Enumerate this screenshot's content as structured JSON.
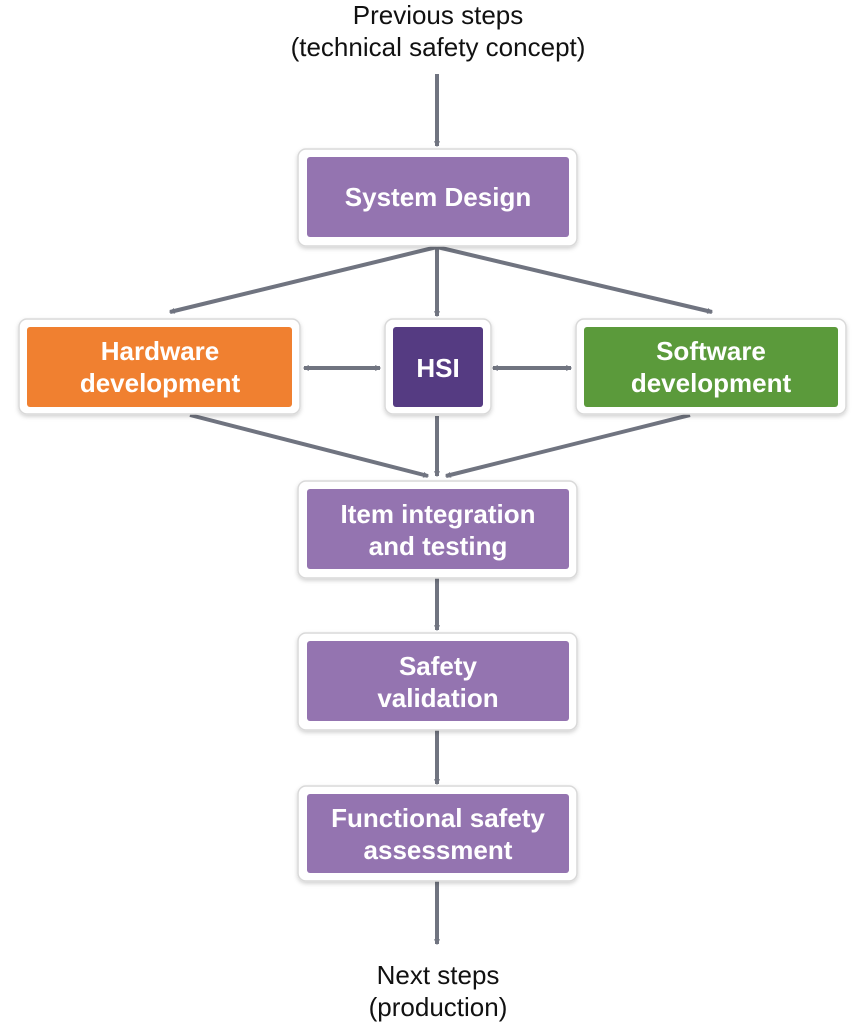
{
  "diagram": {
    "top_text": {
      "line1": "Previous steps",
      "line2": "(technical safety concept)"
    },
    "bottom_text": {
      "line1": "Next steps",
      "line2": "(production)"
    },
    "nodes": {
      "system_design": {
        "label_line1": "System Design",
        "color": "#9474b0"
      },
      "hardware": {
        "label_line1": "Hardware",
        "label_line2": "development",
        "color": "#f08030"
      },
      "hsi": {
        "label_line1": "HSI",
        "color": "#553b82"
      },
      "software": {
        "label_line1": "Software",
        "label_line2": "development",
        "color": "#5b9a3b"
      },
      "integration": {
        "label_line1": "Item integration",
        "label_line2": "and testing",
        "color": "#9474b0"
      },
      "validation": {
        "label_line1": "Safety",
        "label_line2": "validation",
        "color": "#9474b0"
      },
      "assessment": {
        "label_line1": "Functional safety",
        "label_line2": "assessment",
        "color": "#9474b0"
      }
    },
    "arrow_color": "#707480"
  }
}
